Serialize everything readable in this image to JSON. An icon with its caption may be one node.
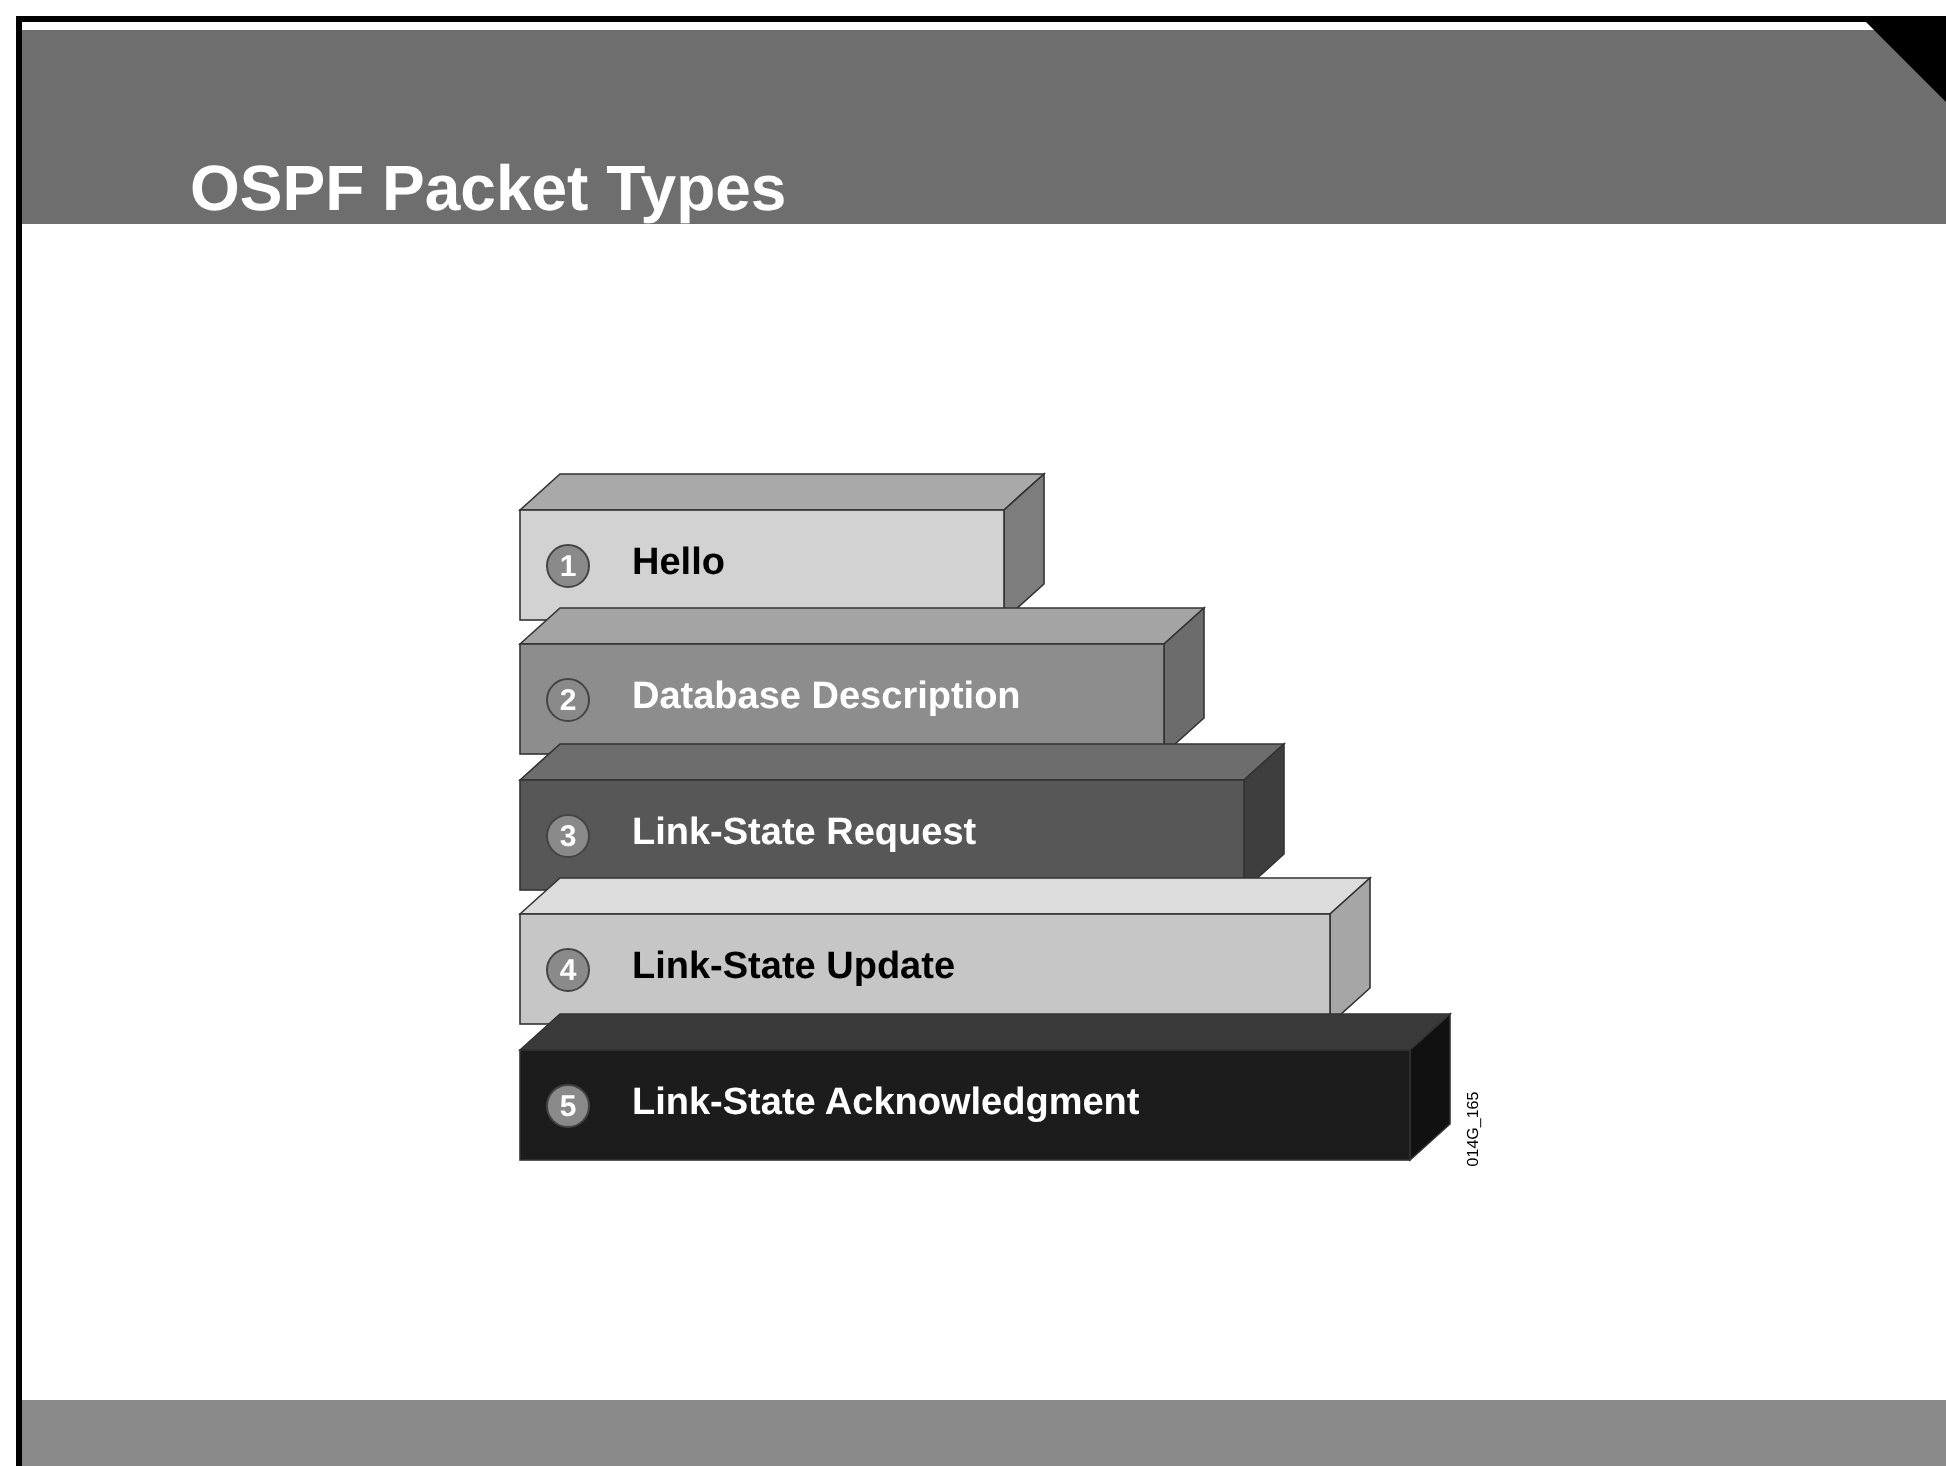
{
  "diagram": {
    "title": "OSPF Packet Types",
    "nodes": [
      {
        "text": [
          "1",
          "Hello"
        ]
      },
      {
        "text": [
          "2",
          "Database Description"
        ]
      },
      {
        "text": [
          "3",
          "Link-State Request"
        ]
      },
      {
        "text": [
          "4",
          "Link-State Update"
        ]
      },
      {
        "text": [
          "5",
          "Link-State Acknowledgment"
        ]
      }
    ],
    "labels": [
      "014G_165"
    ]
  }
}
